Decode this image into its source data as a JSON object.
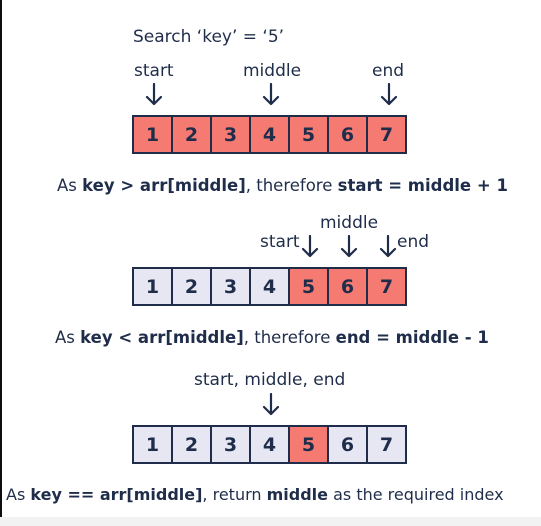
{
  "title": "Search ‘key’  = ‘5’",
  "step1": {
    "labels": {
      "start": "start",
      "middle": "middle",
      "end": "end"
    },
    "cells": [
      "1",
      "2",
      "3",
      "4",
      "5",
      "6",
      "7"
    ],
    "highlight": [
      true,
      true,
      true,
      true,
      true,
      true,
      true
    ],
    "caption": {
      "p1": "As ",
      "b1": "key > arr[middle]",
      "p2": ", therefore ",
      "b2": "start = middle + 1"
    }
  },
  "step2": {
    "labels": {
      "start": "start",
      "middle": "middle",
      "end": "end"
    },
    "cells": [
      "1",
      "2",
      "3",
      "4",
      "5",
      "6",
      "7"
    ],
    "highlight": [
      false,
      false,
      false,
      false,
      true,
      true,
      true
    ],
    "caption": {
      "p1": "As ",
      "b1": "key < arr[middle]",
      "p2": ", therefore ",
      "b2": "end = middle - 1"
    }
  },
  "step3": {
    "labels": {
      "combined": "start, middle, end"
    },
    "cells": [
      "1",
      "2",
      "3",
      "4",
      "5",
      "6",
      "7"
    ],
    "highlight": [
      false,
      false,
      false,
      false,
      true,
      false,
      false
    ],
    "caption": {
      "p1": "As ",
      "b1": "key == arr[middle]",
      "p2": ", return ",
      "b2": "middle",
      "p3": " as the required index"
    }
  },
  "colors": {
    "ink": "#1f2d4a",
    "highlight": "#f47a72",
    "dim": "#e7e7f4"
  }
}
